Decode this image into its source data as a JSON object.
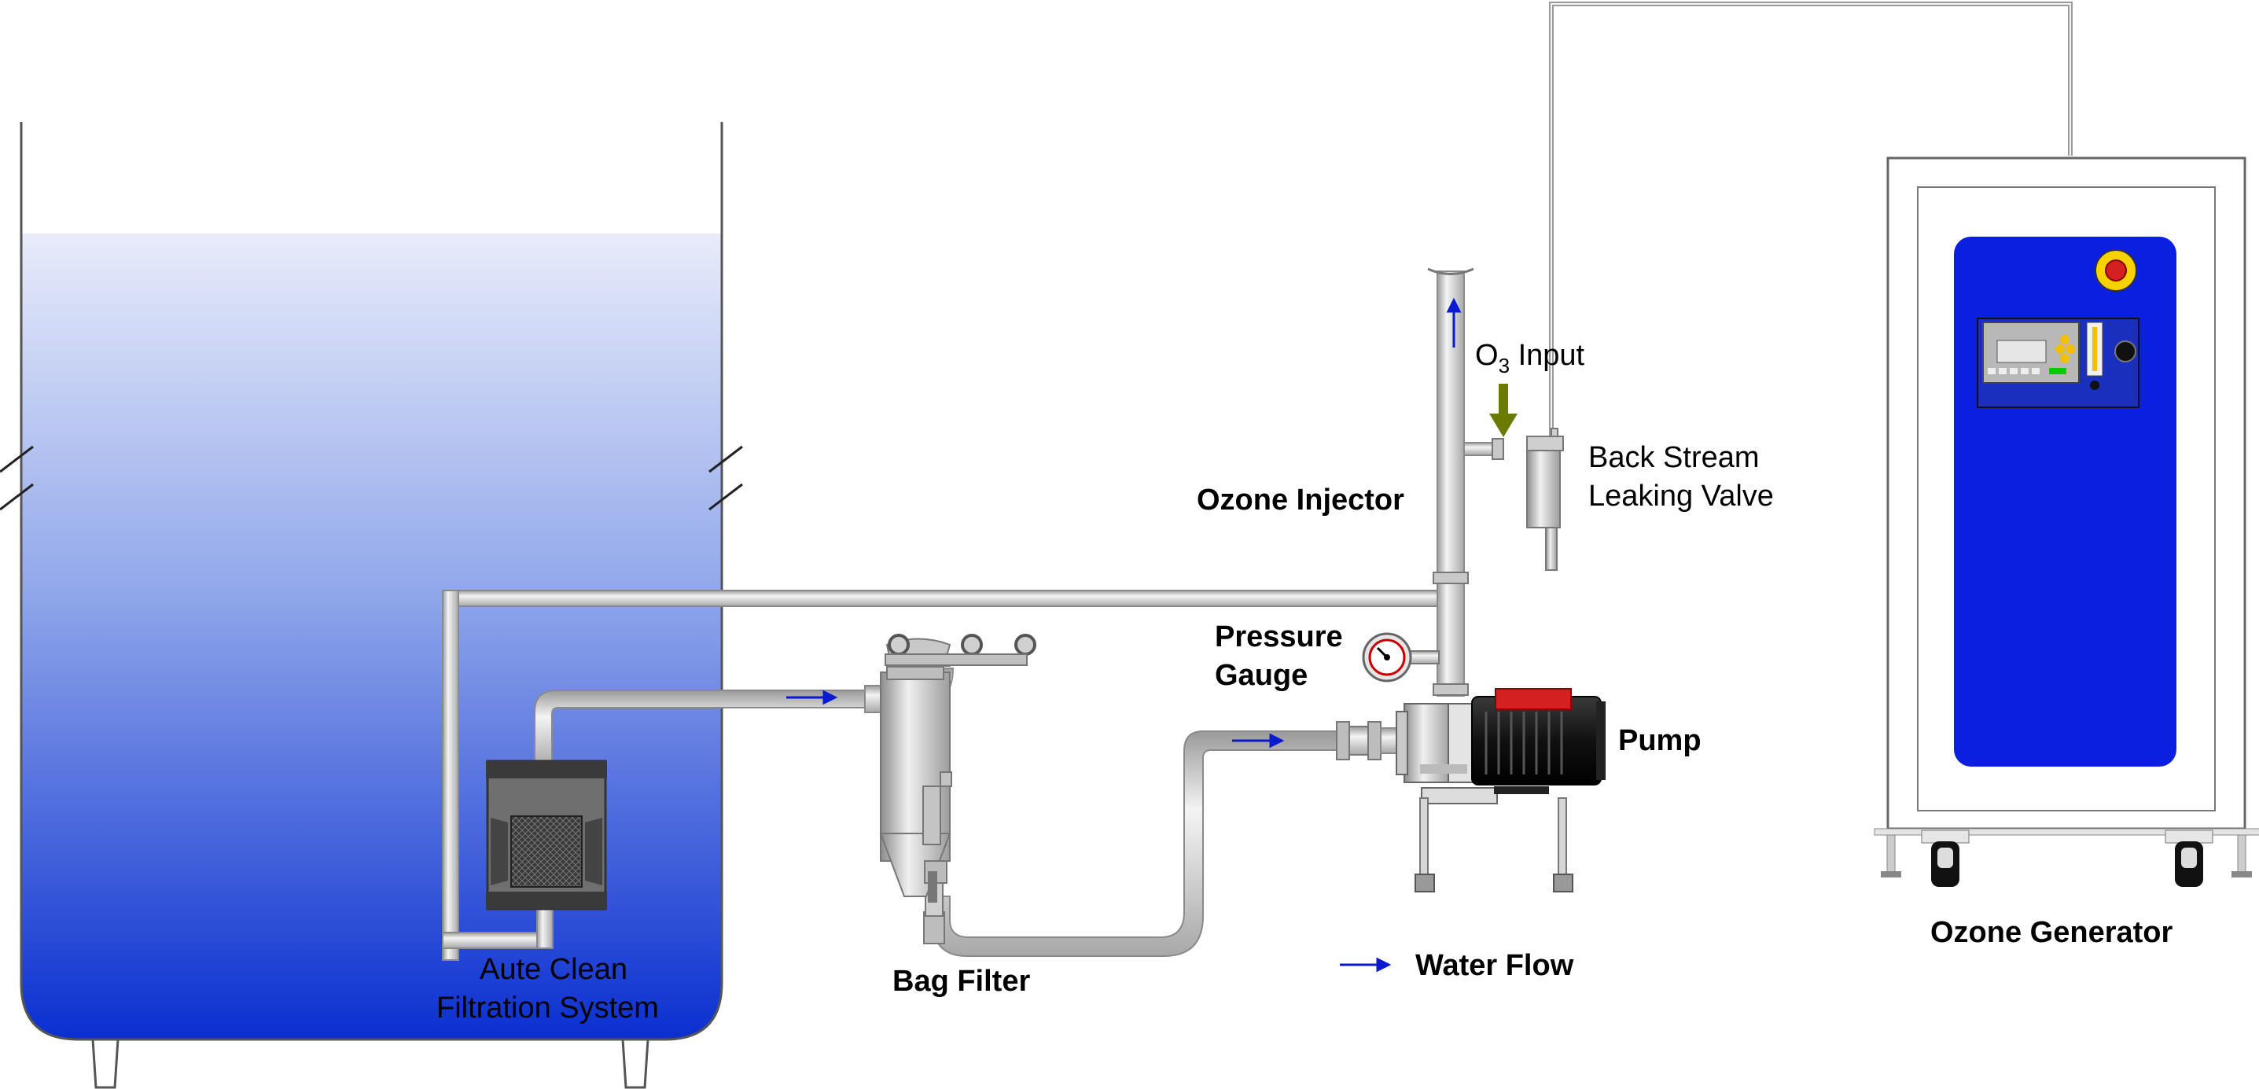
{
  "labels": {
    "ozone_injector": "Ozone Injector",
    "o3_prefix": "O",
    "o3_subscript": "3",
    "o3_suffix": " Input",
    "back_stream_line1": "Back Stream",
    "back_stream_line2": "Leaking Valve",
    "pressure_line1": "Pressure",
    "pressure_line2": "Gauge",
    "pump": "Pump",
    "ozone_generator": "Ozone Generator",
    "bag_filter": "Bag Filter",
    "aute_line1": "Aute Clean",
    "aute_line2": "Filtration System",
    "water_flow": "Water Flow"
  },
  "colors": {
    "water_top": "#e8ecfa",
    "water_bottom": "#0a2fd0",
    "generator_panel": "#0b1fe0",
    "flow_arrow": "#0a1ad0",
    "ozone_arrow": "#6b7a00",
    "pump_red": "#d42020",
    "pipe": "#d4d4d4"
  }
}
